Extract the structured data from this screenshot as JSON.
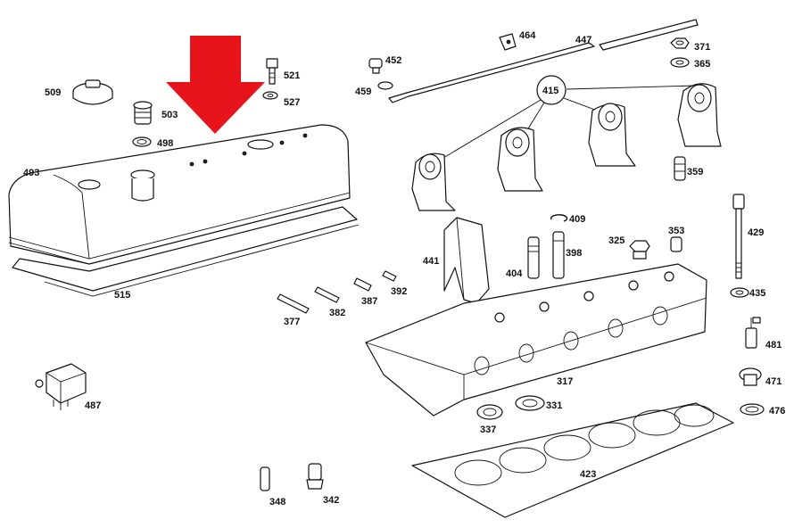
{
  "diagram": {
    "labels": {
      "p509": "509",
      "p503": "503",
      "p498": "498",
      "p493": "493",
      "p515": "515",
      "p521": "521",
      "p527": "527",
      "p452": "452",
      "p459": "459",
      "p464": "464",
      "p447": "447",
      "p371": "371",
      "p365": "365",
      "p415": "415",
      "p359": "359",
      "p409": "409",
      "p441": "441",
      "p398": "398",
      "p404": "404",
      "p325": "325",
      "p353": "353",
      "p429": "429",
      "p435": "435",
      "p392": "392",
      "p387": "387",
      "p382": "382",
      "p377": "377",
      "p487": "487",
      "p317": "317",
      "p331": "331",
      "p337": "337",
      "p481": "481",
      "p471": "471",
      "p476": "476",
      "p423": "423",
      "p348": "348",
      "p342": "342"
    },
    "arrow_color": "#e8141c"
  }
}
